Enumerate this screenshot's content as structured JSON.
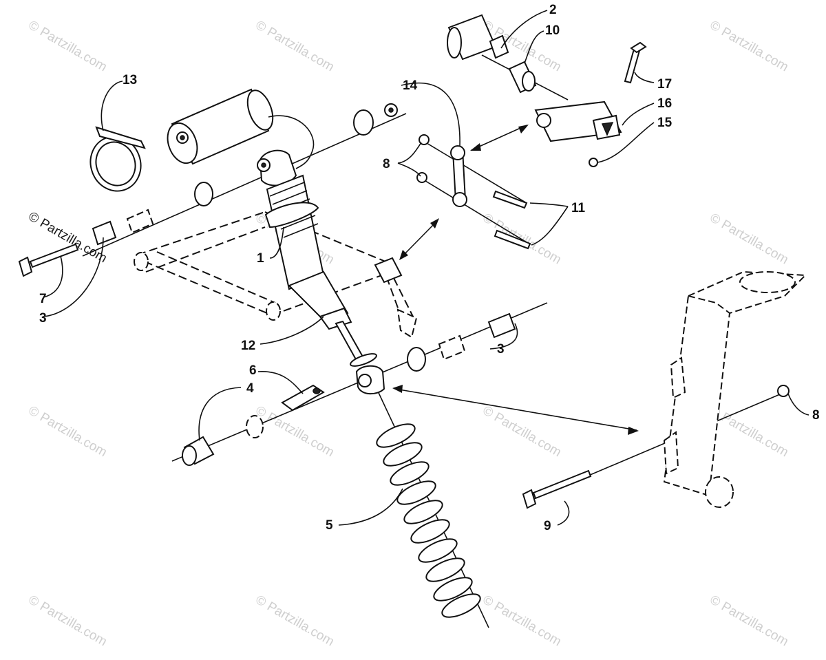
{
  "diagram": {
    "watermark_text": "© Partzilla.com",
    "callouts": {
      "c1": "1",
      "c2": "2",
      "c3a": "3",
      "c3b": "3",
      "c4": "4",
      "c5": "5",
      "c6": "6",
      "c7": "7",
      "c8a": "8",
      "c8b": "8",
      "c9": "9",
      "c10": "10",
      "c11": "11",
      "c12": "12",
      "c13": "13",
      "c14": "14",
      "c15": "15",
      "c16": "16",
      "c17": "17"
    }
  }
}
